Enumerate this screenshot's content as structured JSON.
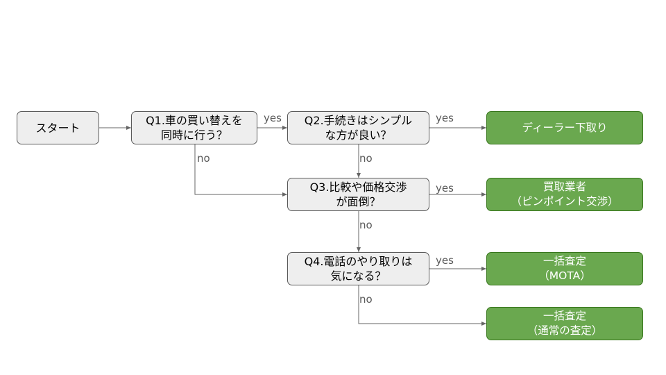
{
  "colors": {
    "question_fill": "#eeeeee",
    "question_border": "#595959",
    "result_fill": "#6aa84f",
    "result_border": "#38761d",
    "connector": "#666666"
  },
  "nodes": {
    "start": {
      "lines": [
        "スタート"
      ]
    },
    "q1": {
      "lines": [
        "Q1.車の買い替えを",
        "同時に行う？"
      ]
    },
    "q2": {
      "lines": [
        "Q2.手続きはシンプル",
        "な方が良い？"
      ]
    },
    "q3": {
      "lines": [
        "Q3.比較や価格交渉",
        "が面倒？"
      ]
    },
    "q4": {
      "lines": [
        "Q4.電話のやり取りは",
        "気になる？"
      ]
    },
    "r_dealer": {
      "lines": [
        "ディーラー下取り"
      ]
    },
    "r_buyer": {
      "lines": [
        "買取業者",
        "（ピンポイント交渉）"
      ]
    },
    "r_mota": {
      "lines": [
        "一括査定",
        "（MOTA）"
      ]
    },
    "r_normal": {
      "lines": [
        "一括査定",
        "（通常の査定）"
      ]
    }
  },
  "labels": {
    "q1_yes": "yes",
    "q1_no": "no",
    "q2_yes": "yes",
    "q2_no": "no",
    "q3_yes": "yes",
    "q3_no": "no",
    "q4_yes": "yes",
    "q4_no": "no"
  }
}
